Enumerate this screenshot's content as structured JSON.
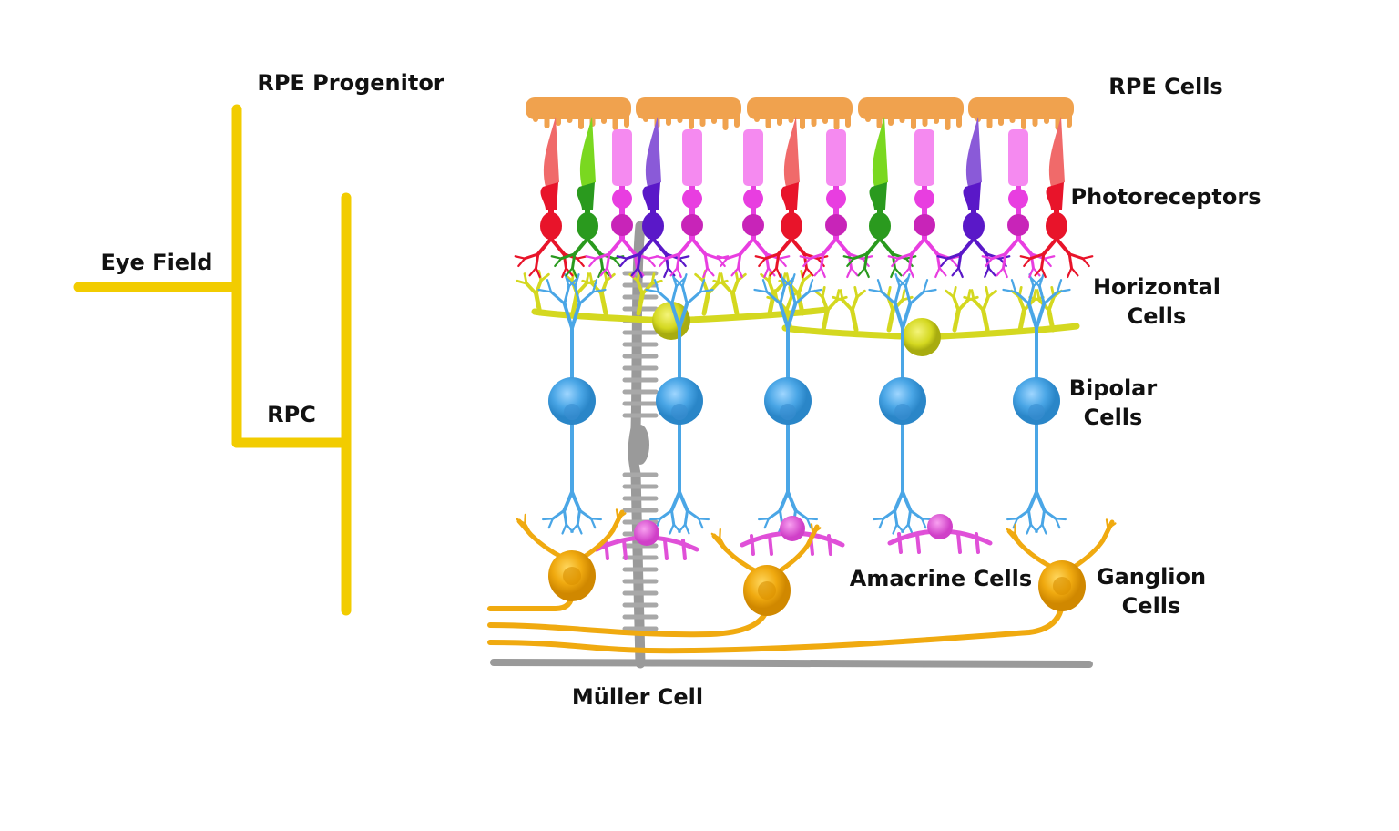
{
  "lineage": {
    "eye_field": "Eye Field",
    "rpe_progenitor": "RPE Progenitor",
    "rpc": "RPC"
  },
  "cell_types": {
    "rpe_cells": "RPE Cells",
    "photoreceptors": "Photoreceptors",
    "horizontal_line1": "Horizontal",
    "horizontal_line2": "Cells",
    "bipolar_line1": "Bipolar",
    "bipolar_line2": "Cells",
    "amacrine": "Amacrine Cells",
    "ganglion_line1": "Ganglion",
    "ganglion_line2": "Cells",
    "muller": "Müller Cell"
  },
  "colors": {
    "lineage_yellow": "#f2cc00",
    "rpe": "#f0a24e",
    "red_cone": "#e8142a",
    "green_cone": "#2a9a1e",
    "blue_cone": "#5a18c8",
    "rod": "#e83ee0",
    "horizontal": "#d4d820",
    "bipolar": "#4aa6e6",
    "amacrine": "#e050d8",
    "ganglion": "#f0aa10",
    "muller": "#9a9a9a"
  }
}
